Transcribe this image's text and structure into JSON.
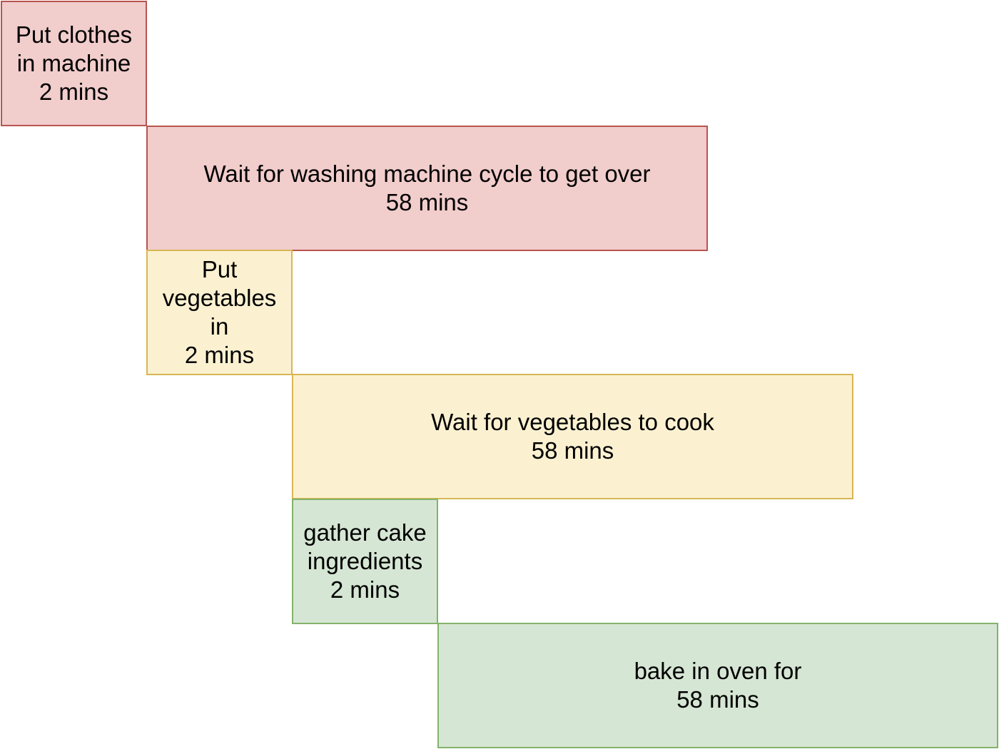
{
  "tasks": [
    {
      "lines": [
        "Put clothes",
        "in machine",
        "2 mins"
      ]
    },
    {
      "lines": [
        "Wait for washing machine cycle to get over",
        "58 mins"
      ]
    },
    {
      "lines": [
        "Put",
        "vegetables",
        "in",
        "2 mins"
      ]
    },
    {
      "lines": [
        "Wait for vegetables to cook",
        "58 mins"
      ]
    },
    {
      "lines": [
        "gather cake",
        "ingredients",
        "2 mins"
      ]
    },
    {
      "lines": [
        "bake in oven for",
        "58 mins"
      ]
    }
  ],
  "colors": {
    "red_fill": "#f1cdcc",
    "red_border": "#b95450",
    "yellow_fill": "#fbf1d1",
    "yellow_border": "#d7b652",
    "green_fill": "#d6e6d4",
    "green_border": "#83b36a"
  }
}
